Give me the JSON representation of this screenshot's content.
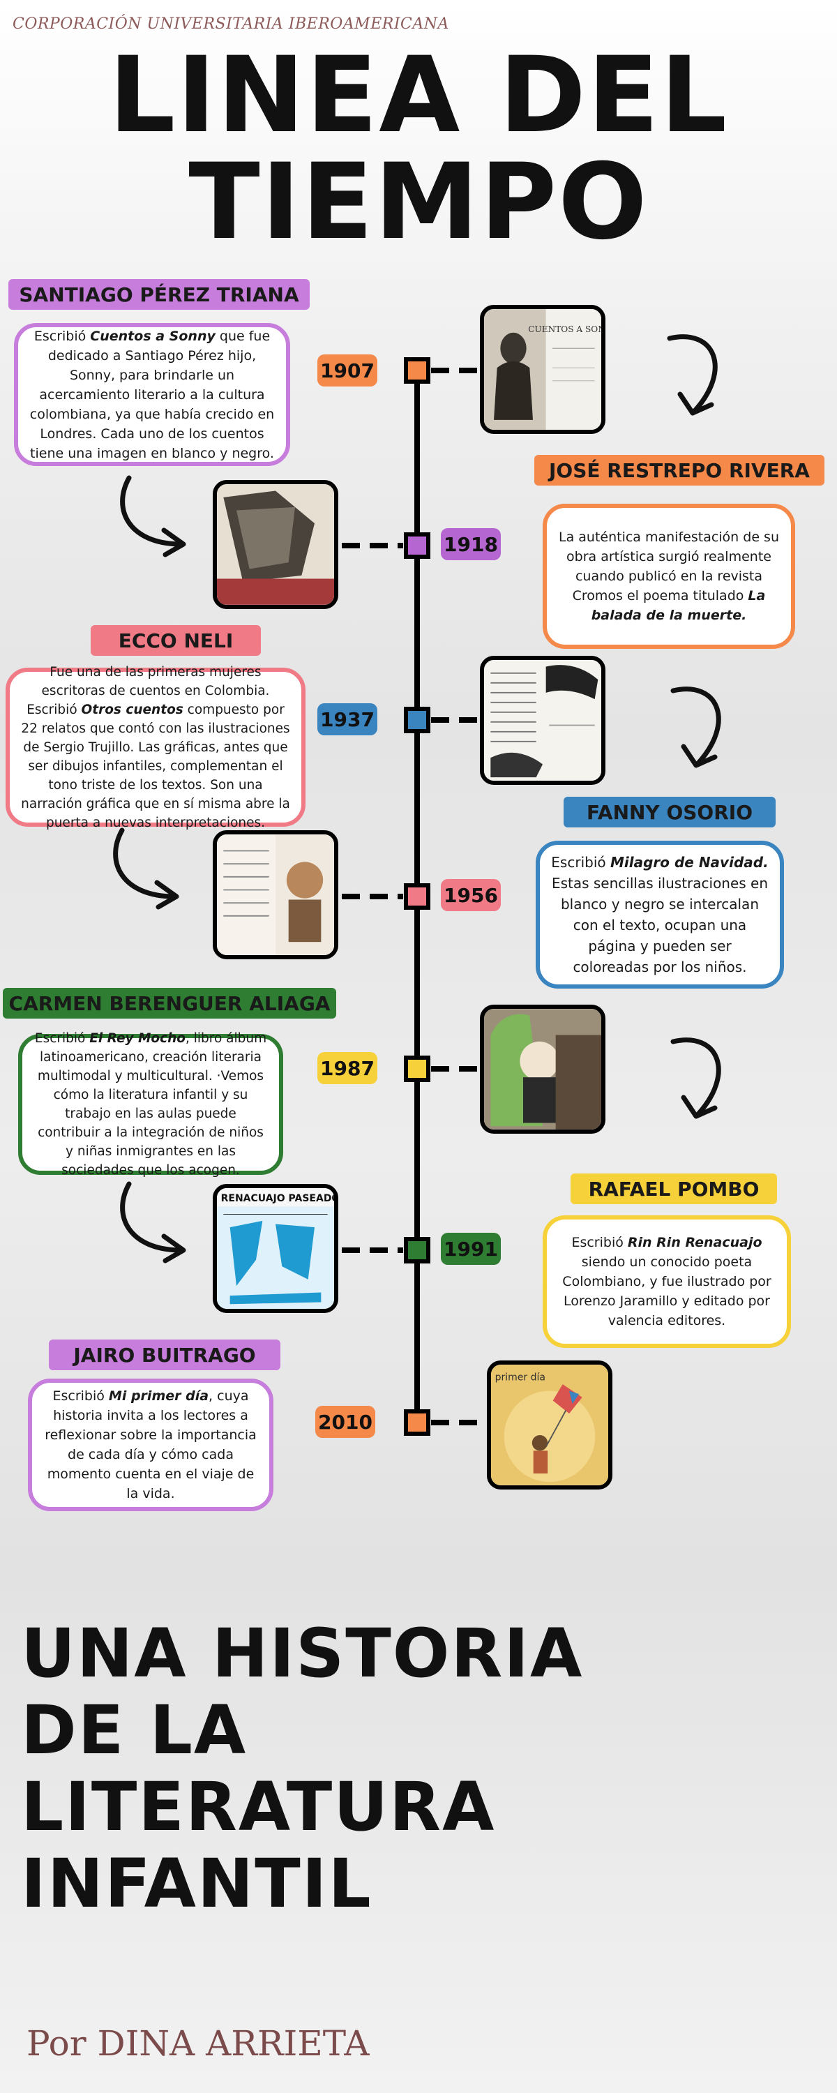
{
  "header": {
    "institution": "CORPORACIÓN UNIVERSITARIA IBEROAMERICANA",
    "title_line1": "LINEA DEL",
    "title_line2": "TIEMPO"
  },
  "events": [
    {
      "year": "1907",
      "name": "SANTIAGO PÉREZ TRIANA",
      "color": "#f5894a",
      "name_color": "#c77ddb",
      "text_before": "Escribió ",
      "text_bold": "Cuentos a Sonny",
      "text_after": " que fue dedicado a Santiago Pérez hijo, Sonny, para brindarle un acercamiento literario a la cultura colombiana, ya que había crecido en Londres. Cada uno de los cuentos tiene una imagen en blanco y negro."
    },
    {
      "year": "1918",
      "name": "JOSÉ RESTREPO RIVERA",
      "color": "#b566d0",
      "name_color": "#f5894a",
      "text_before": "La auténtica manifestación de su obra artística surgió realmente cuando publicó en la revista Cromos el poema titulado ",
      "text_bold": "La balada de la muerte.",
      "text_after": ""
    },
    {
      "year": "1937",
      "name": "ECCO NELI",
      "color": "#3a84c0",
      "name_color": "#f07a86",
      "text_before": "Fue una de las primeras mujeres escritoras de cuentos en Colombia. Escribió ",
      "text_bold": "Otros cuentos",
      "text_after": " compuesto por 22 relatos que contó con las ilustraciones de Sergio Trujillo. Las gráficas, antes que ser dibujos infantiles, complementan el tono triste de los textos. Son una narración gráfica que en sí misma abre la puerta a nuevas interpretaciones."
    },
    {
      "year": "1956",
      "name": "FANNY OSORIO",
      "color": "#f07a86",
      "name_color": "#3a84c0",
      "text_before": "Escribió ",
      "text_bold": "Milagro de Navidad.",
      "text_after": " Estas sencillas ilustraciones en blanco y negro se intercalan con el texto, ocupan una página y pueden ser coloreadas por los niños."
    },
    {
      "year": "1987",
      "name": "CARMEN BERENGUER ALIAGA",
      "color": "#f6d13a",
      "name_color": "#2e7d32",
      "text_before": "Escribió ",
      "text_bold": "El Rey Mocho",
      "text_after": ", libro álbum latinoamericano, creación literaria multimodal y multicultural. ·Vemos cómo la literatura infantil y su trabajo en las aulas puede contribuir a la integración de niños y niñas inmigrantes en las sociedades que los acogen."
    },
    {
      "year": "1991",
      "name": "RAFAEL POMBO",
      "color": "#2e7d32",
      "name_color": "#f6d13a",
      "text_before": "Escribió ",
      "text_bold": "Rin Rin Renacuajo",
      "text_after": " siendo un conocido poeta Colombiano, y fue ilustrado por Lorenzo Jaramillo y editado por valencia editores."
    },
    {
      "year": "2010",
      "name": "JAIRO BUITRAGO",
      "color": "#f5894a",
      "name_color": "#c77ddb",
      "text_before": "Escribió ",
      "text_bold": "Mi primer día",
      "text_after": ", cuya historia invita a los lectores a reflexionar sobre la importancia de cada día y cómo cada momento cuenta en el viaje de la vida."
    }
  ],
  "photo_text": {
    "book_cover": "CUENTOS A SONNY",
    "rin_rin": "RENACUAJO PASEADOR",
    "primer_dia": "primer día"
  },
  "footer": {
    "subtitle_line1": "UNA HISTORIA",
    "subtitle_line2": "DE LA",
    "subtitle_line3": "LITERATURA",
    "subtitle_line4": "INFANTIL",
    "author": "Por DINA ARRIETA"
  }
}
